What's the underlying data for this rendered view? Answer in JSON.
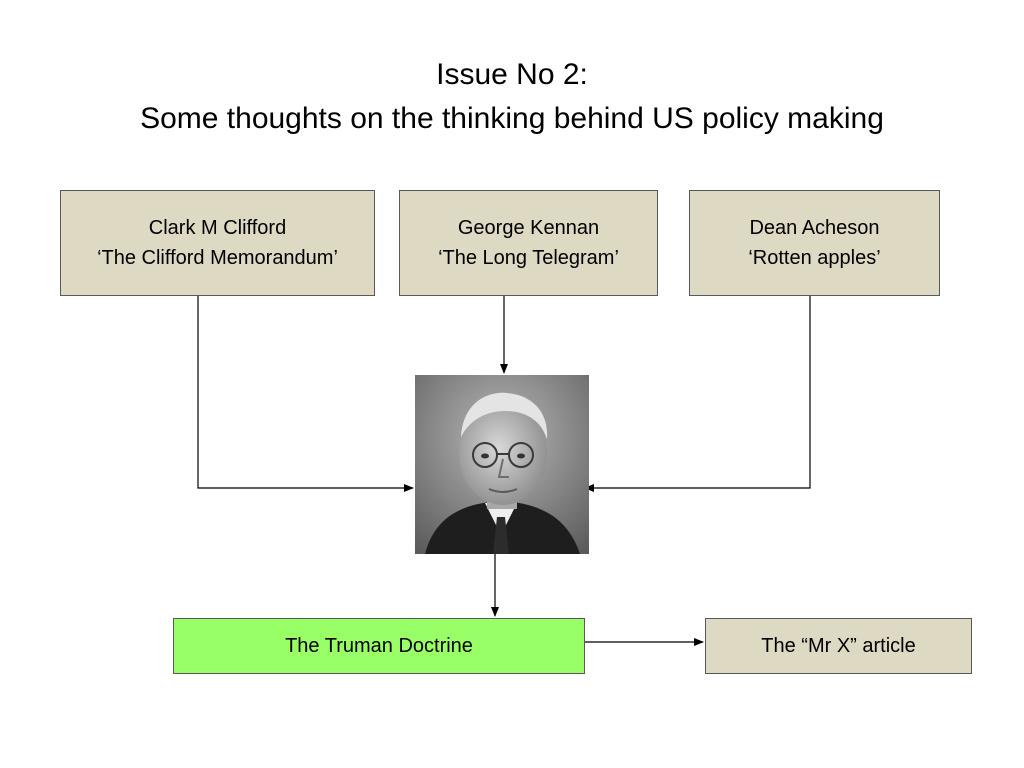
{
  "title": {
    "line1": "Issue No 2:",
    "line2": "Some thoughts on the thinking behind US policy making"
  },
  "boxes": {
    "clifford": {
      "name": "Clark M Clifford",
      "work": "‘The Clifford Memorandum’"
    },
    "kennan": {
      "name": "George Kennan",
      "work": "‘The Long Telegram’"
    },
    "acheson": {
      "name": "Dean Acheson",
      "work": "‘Rotten apples’"
    },
    "truman_doctrine": {
      "label": "The Truman Doctrine"
    },
    "mr_x": {
      "label": "The “Mr X” article"
    }
  },
  "colors": {
    "source_box_fill": "#ddd9c3",
    "doctrine_box_fill": "#99ff66",
    "border": "#595959",
    "connector": "#000000"
  }
}
